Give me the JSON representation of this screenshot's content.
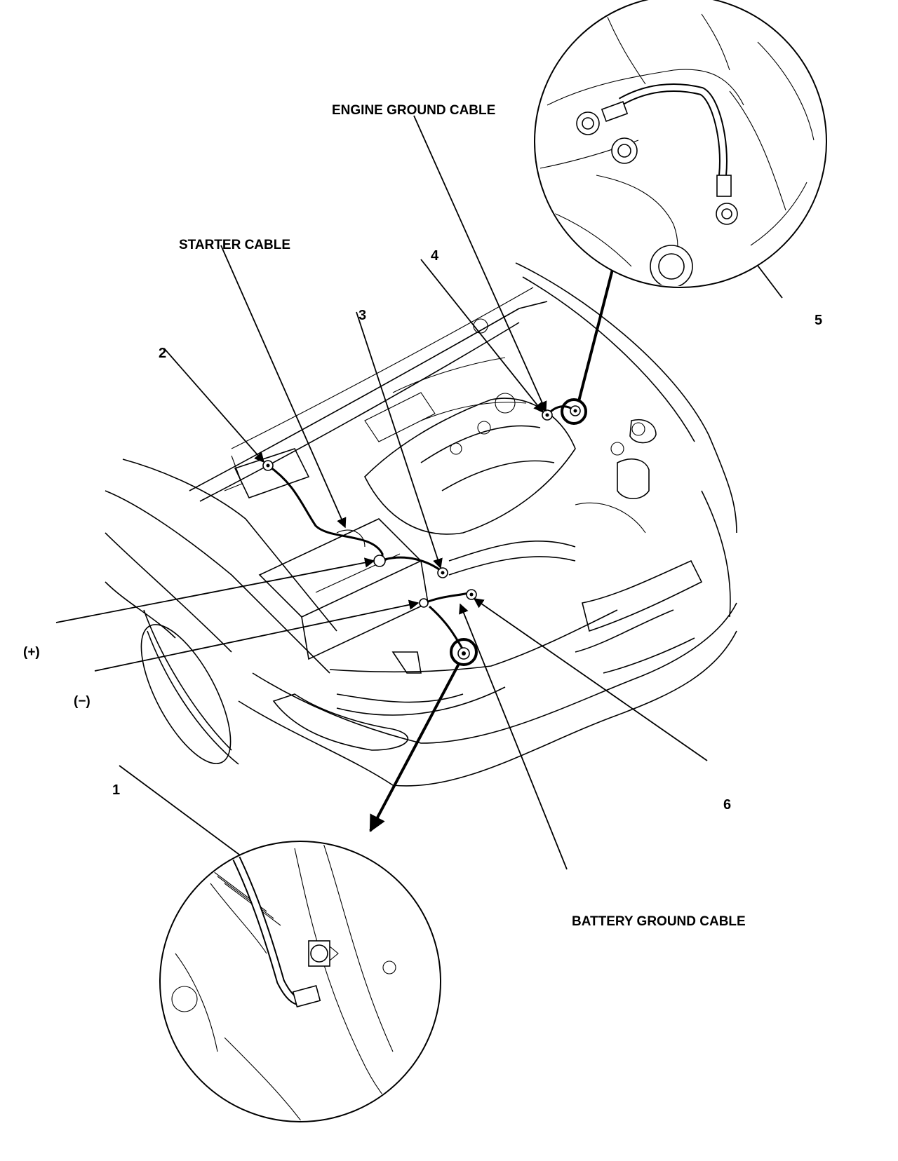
{
  "labels": {
    "engine_ground_cable": "ENGINE GROUND CABLE",
    "starter_cable": "STARTER CABLE",
    "battery_ground_cable": "BATTERY GROUND CABLE",
    "positive_terminal": "(+)",
    "negative_terminal": "(−)",
    "callout_1": "1",
    "callout_2": "2",
    "callout_3": "3",
    "callout_4": "4",
    "callout_5": "5",
    "callout_6": "6"
  }
}
